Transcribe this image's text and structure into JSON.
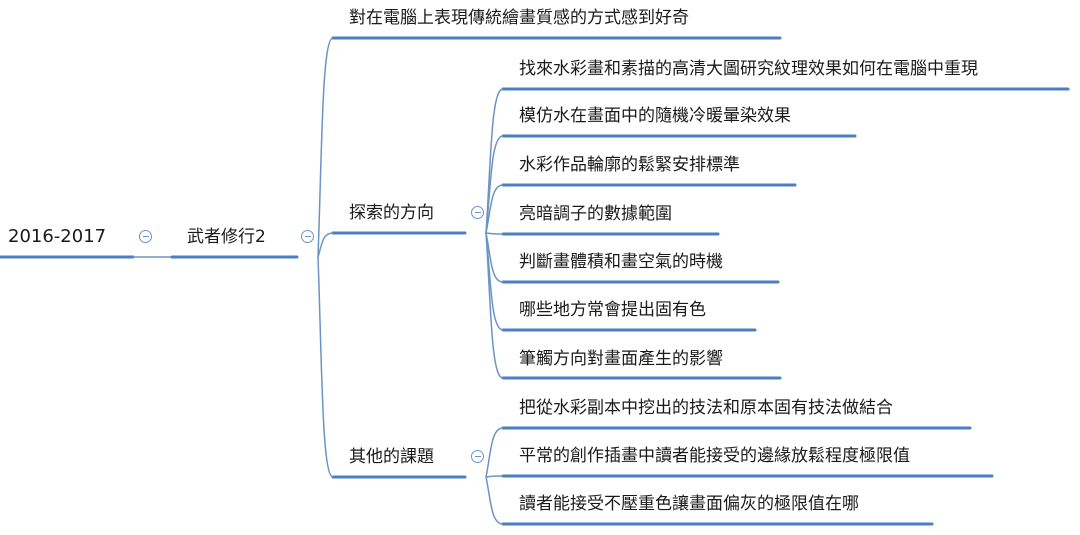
{
  "colors": {
    "underline": "#4a7fc1",
    "connector": "#6a94c4",
    "text": "#1a1a1a"
  },
  "root": {
    "label": "2016-2017",
    "children": [
      {
        "label": "武者修行2",
        "children": [
          {
            "label": "對在電腦上表現傳統繪畫質感的方式感到好奇"
          },
          {
            "label": "探索的方向",
            "children": [
              {
                "label": "找來水彩畫和素描的高清大圖研究紋理效果如何在電腦中重現"
              },
              {
                "label": "模仿水在畫面中的隨機冷暖暈染效果"
              },
              {
                "label": "水彩作品輪廓的鬆緊安排標準"
              },
              {
                "label": "亮暗調子的數據範圍"
              },
              {
                "label": "判斷畫體積和畫空氣的時機"
              },
              {
                "label": "哪些地方常會提出固有色"
              },
              {
                "label": "筆觸方向對畫面產生的影響"
              }
            ]
          },
          {
            "label": "其他的課題",
            "children": [
              {
                "label": "把從水彩副本中挖出的技法和原本固有技法做結合"
              },
              {
                "label": "平常的創作插畫中讀者能接受的邊緣放鬆程度極限值"
              },
              {
                "label": "讀者能接受不壓重色讓畫面偏灰的極限值在哪"
              }
            ]
          }
        ]
      }
    ]
  }
}
